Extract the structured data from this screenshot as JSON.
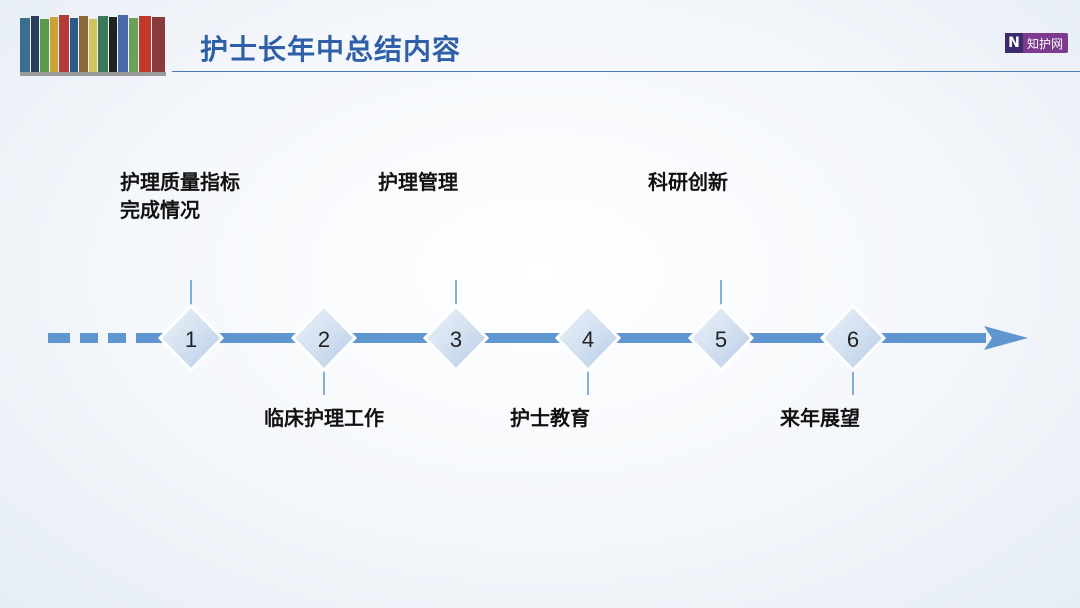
{
  "header": {
    "title": "护士长年中总结内容",
    "logo_mark": "N",
    "logo_text": "知护网"
  },
  "steps": [
    {
      "number": "1",
      "label_line1": "护理质量指标",
      "label_line2": "完成情况",
      "position": "above"
    },
    {
      "number": "2",
      "label_line1": "临床护理工作",
      "position": "below"
    },
    {
      "number": "3",
      "label_line1": "护理管理",
      "position": "above"
    },
    {
      "number": "4",
      "label_line1": "护士教育",
      "position": "below"
    },
    {
      "number": "5",
      "label_line1": "科研创新",
      "position": "above"
    },
    {
      "number": "6",
      "label_line1": "来年展望",
      "position": "below"
    }
  ],
  "colors": {
    "arrow": "#5f96d0",
    "title": "#2f5fa6",
    "diamond_fill": "#d6e3f1",
    "diamond_edge": "#ffffff"
  }
}
